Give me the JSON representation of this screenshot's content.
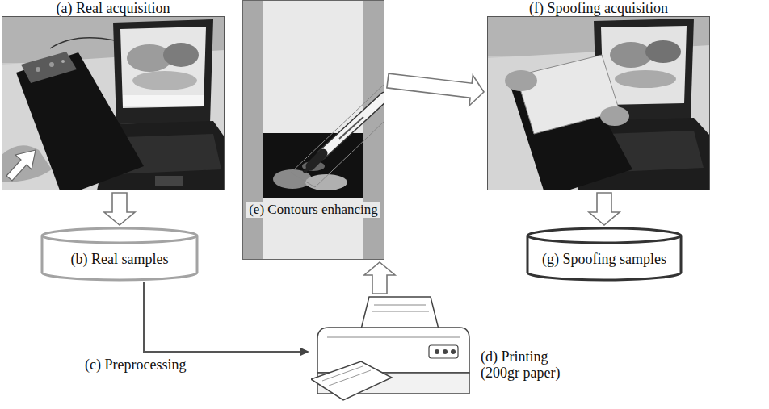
{
  "diagram": {
    "nodes": [
      {
        "text": [
          "(a) Real acquisition"
        ]
      },
      {
        "text": [
          "(b) Real samples"
        ]
      },
      {
        "text": [
          "(d) Printing (200gr paper)"
        ]
      },
      {
        "text": [
          "(e) Contours enhancing"
        ]
      },
      {
        "text": [
          "(f) Spoofing acquisition"
        ]
      },
      {
        "text": [
          "(g) Spoofing samples"
        ]
      }
    ],
    "edges": [
      {
        "from": 0,
        "to": 1,
        "arrow": "to"
      },
      {
        "from": 1,
        "to": 2,
        "arrow": "to",
        "label": "(c) Preprocessing"
      },
      {
        "from": 2,
        "to": 3,
        "arrow": "to"
      },
      {
        "from": 3,
        "to": 4,
        "arrow": "to"
      },
      {
        "from": 4,
        "to": 5,
        "arrow": "to"
      }
    ]
  }
}
